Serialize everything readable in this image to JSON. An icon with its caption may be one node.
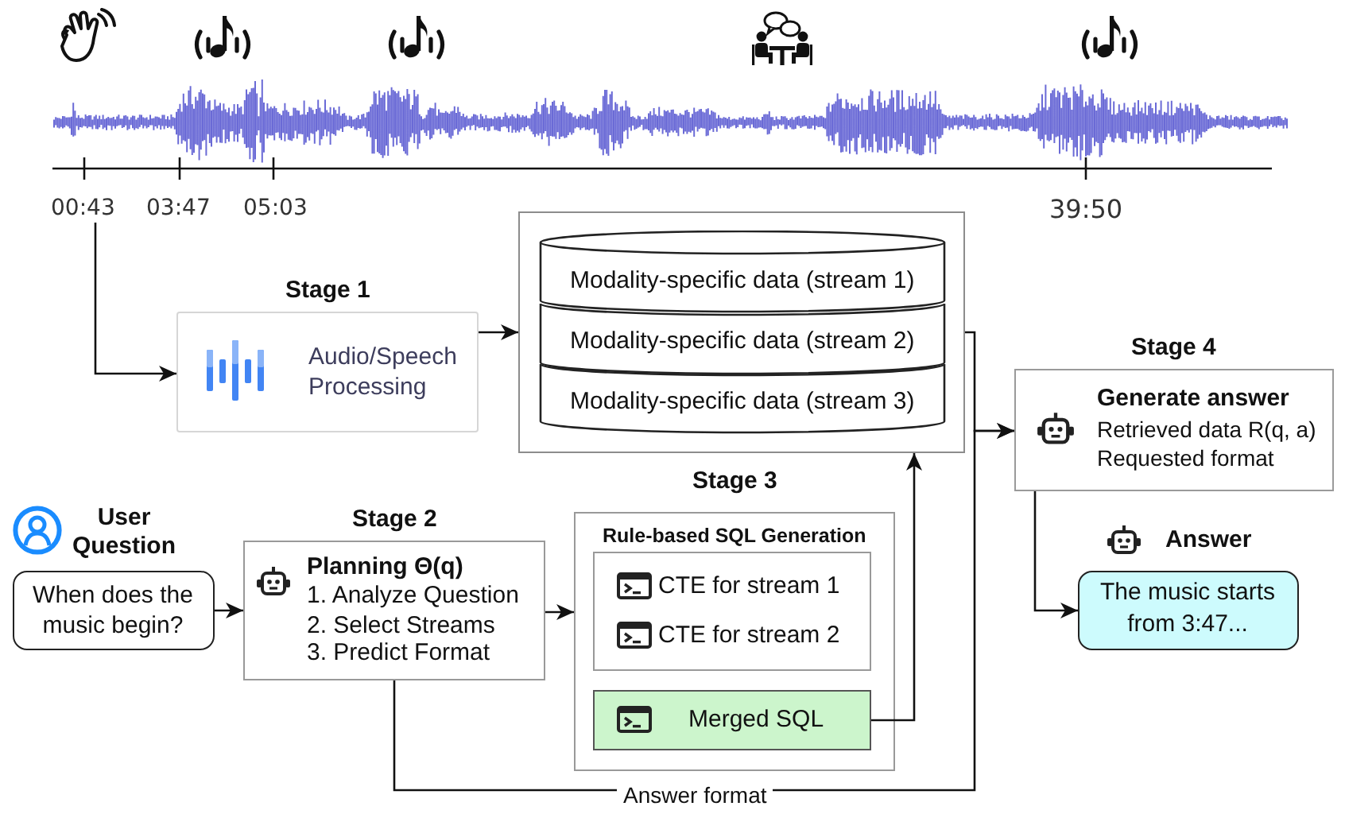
{
  "diagram": {
    "nodes": [
      {
        "text": [
          "00:43"
        ]
      },
      {
        "text": [
          "Stage 1",
          "Audio/Speech Processing"
        ]
      },
      {
        "text": [],
        "shape": "box"
      },
      {
        "text": [
          "Modality-specific data (stream 1)"
        ],
        "in": 2
      },
      {
        "text": [
          "Modality-specific data (stream 2)"
        ],
        "in": 2
      },
      {
        "text": [
          "Modality-specific data (stream 3)"
        ],
        "in": 2
      },
      {
        "text": [
          "Stage 4",
          "Generate answer",
          "Retrieved data R(q, a)",
          "Requested format"
        ]
      },
      {
        "text": [
          "User Question",
          "When does the music begin?"
        ]
      },
      {
        "text": [
          "Stage 2",
          "Planning Θ(q)",
          "1. Analyze Question",
          "2. Select Streams",
          "3. Predict Format"
        ]
      },
      {
        "text": [
          "Stage 3",
          "Rule-based SQL Generation"
        ]
      },
      {
        "text": [
          "CTE for stream 1",
          "CTE for stream 2"
        ],
        "in": 9
      },
      {
        "text": [
          "Merged SQL"
        ],
        "in": 9
      },
      {
        "text": [
          "Answer",
          "The music starts from 3:47..."
        ]
      }
    ],
    "edges": [
      {
        "from": 0,
        "to": 1,
        "arrow": "to"
      },
      {
        "from": 1,
        "to": 2,
        "arrow": "to"
      },
      {
        "from": 2,
        "to": 6,
        "arrow": "to"
      },
      {
        "from": 7,
        "to": 8,
        "arrow": "to"
      },
      {
        "from": 8,
        "to": 9,
        "arrow": "to"
      },
      {
        "from": 11,
        "to": 2,
        "arrow": "to"
      },
      {
        "from": 8,
        "to": 6,
        "arrow": "to",
        "label": "Answer format"
      },
      {
        "from": 6,
        "to": 12,
        "arrow": "to"
      }
    ],
    "labels": [
      "03:47",
      "05:03",
      "39:50"
    ]
  }
}
